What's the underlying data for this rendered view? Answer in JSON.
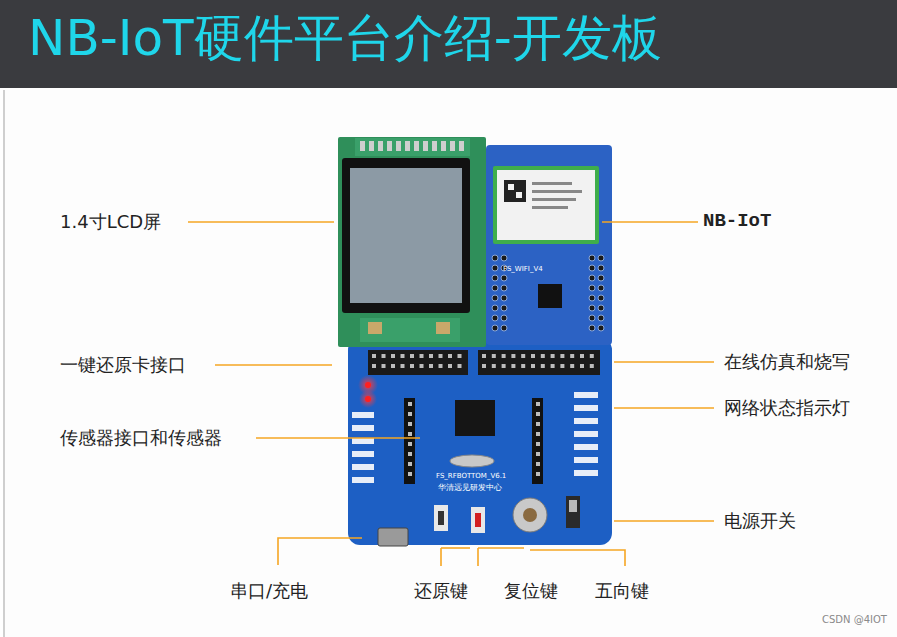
{
  "diagram": {
    "title": "NB-IoT硬件平台介绍-开发板",
    "labels": [
      "1.4寸LCD屏",
      "NB-IoT",
      "一键还原卡接口",
      "在线仿真和烧写",
      "传感器接口和传感器",
      "网络状态指示灯",
      "电源开关",
      "串口/充电",
      "还原键",
      "复位键",
      "五向键",
      "FS_WIFI_V4",
      "FS_RFBOTTOM_V6.1",
      "华清远见研发中心",
      "CSDN @4IOT"
    ]
  }
}
